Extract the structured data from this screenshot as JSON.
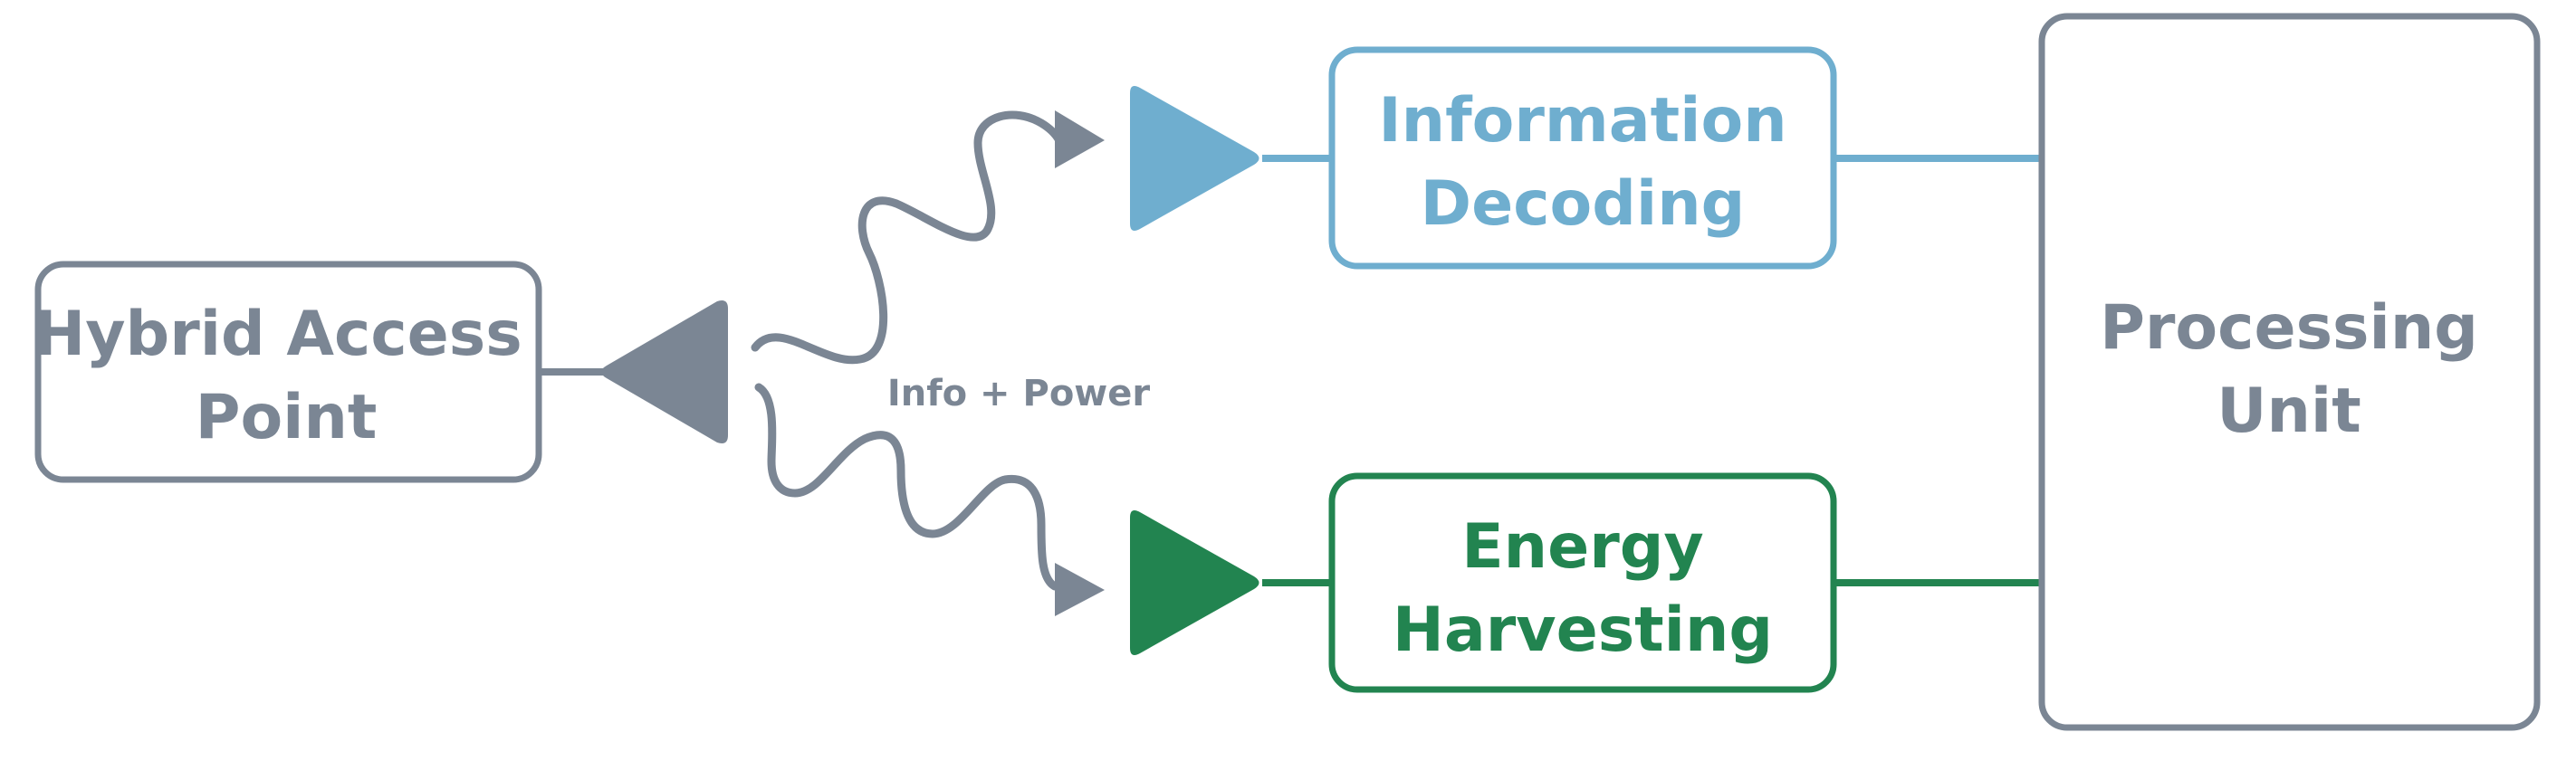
{
  "colors": {
    "gray": "#7b8694",
    "blue": "#6faecf",
    "green": "#228450"
  },
  "nodes": {
    "access_point": {
      "line1": "Hybrid Access",
      "line2": "Point"
    },
    "info_decoding": {
      "line1": "Information",
      "line2": "Decoding"
    },
    "energy_harvesting": {
      "line1": "Energy",
      "line2": "Harvesting"
    },
    "processing_unit": {
      "line1": "Processing",
      "line2": "Unit"
    }
  },
  "signal": {
    "label": "Info + Power"
  }
}
